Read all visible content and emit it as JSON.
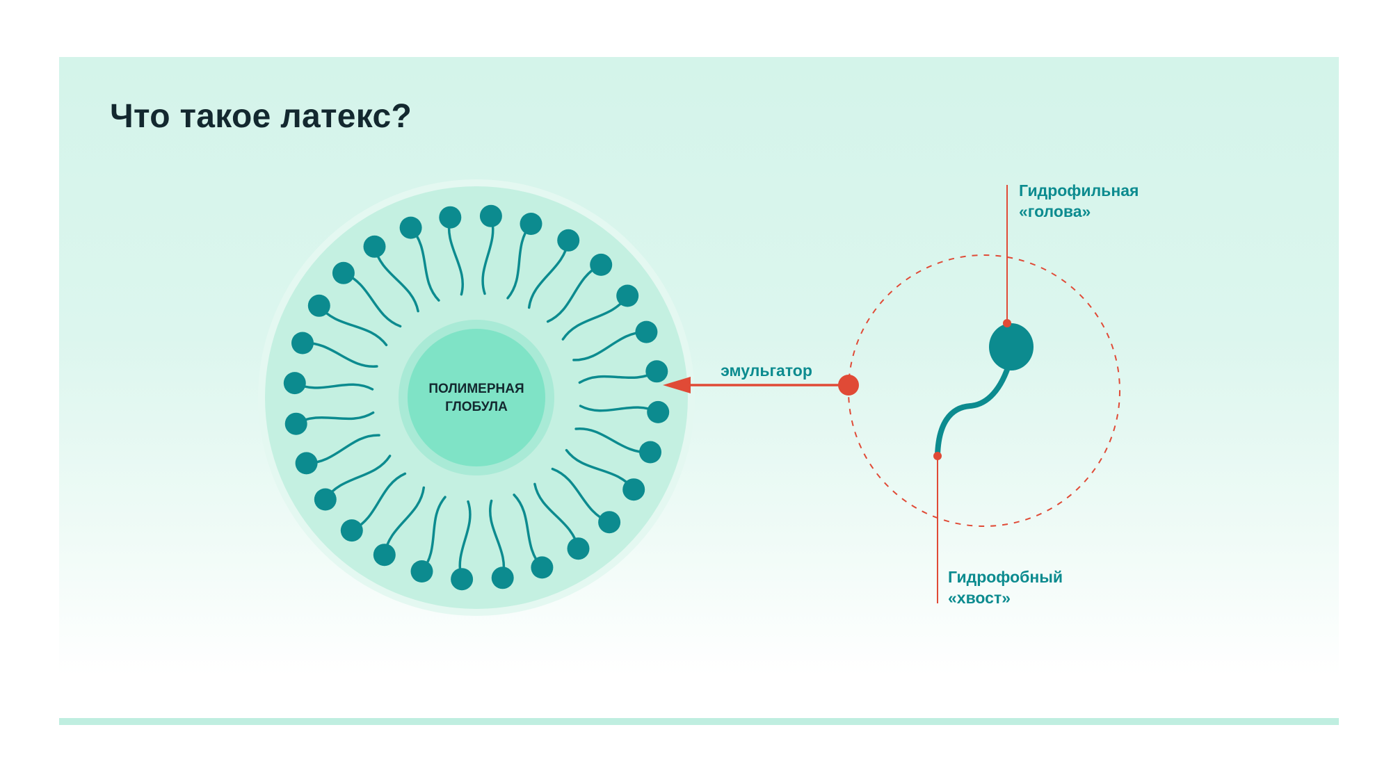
{
  "title": "Что такое латекс?",
  "globule_label": {
    "line1": "ПОЛИМЕРНАЯ",
    "line2": "ГЛОБУЛА"
  },
  "emulsifier_label": "эмульгатор",
  "head_label": {
    "line1": "Гидрофильная",
    "line2": "«голова»"
  },
  "tail_label": {
    "line1": "Гидрофобный",
    "line2": "«хвост»"
  },
  "colors": {
    "teal": "#0c8b8f",
    "red": "#e04a36",
    "title": "#13282f",
    "micelle": "#c4f0e1",
    "core": "#7fe3c6"
  }
}
